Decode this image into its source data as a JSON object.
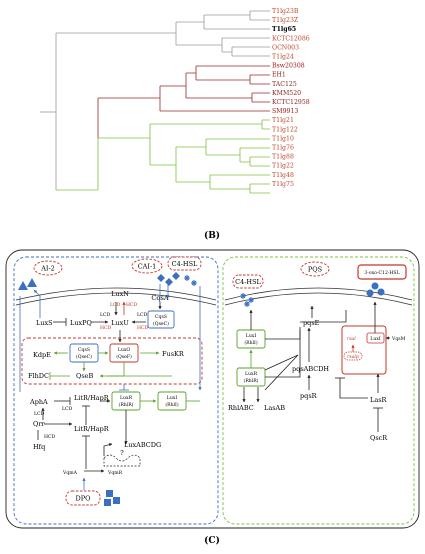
{
  "panels": {
    "b": "(B)",
    "c": "(C)"
  },
  "tree": {
    "leaves": [
      {
        "label": "T1lg23B",
        "color": "#c0492f",
        "bold": false
      },
      {
        "label": "T1lg23Z",
        "color": "#c0492f",
        "bold": false
      },
      {
        "label": "T1lg65",
        "color": "#000000",
        "bold": true
      },
      {
        "label": "KCTC12086",
        "color": "#c0492f",
        "bold": false
      },
      {
        "label": "OCN003",
        "color": "#c0492f",
        "bold": false
      },
      {
        "label": "T1lg24",
        "color": "#c0492f",
        "bold": false
      },
      {
        "label": "Bsw20308",
        "color": "#a01818",
        "bold": false
      },
      {
        "label": "EH1",
        "color": "#8a1f1f",
        "bold": false
      },
      {
        "label": "TAC125",
        "color": "#8a1f1f",
        "bold": false
      },
      {
        "label": "KMM520",
        "color": "#8a1f1f",
        "bold": false
      },
      {
        "label": "KCTC12958",
        "color": "#8a1f1f",
        "bold": false
      },
      {
        "label": "SM9913",
        "color": "#a01818",
        "bold": false
      },
      {
        "label": "T1lg21",
        "color": "#c0492f",
        "bold": false
      },
      {
        "label": "T1lg122",
        "color": "#c0492f",
        "bold": false
      },
      {
        "label": "T1lg10",
        "color": "#c0492f",
        "bold": false
      },
      {
        "label": "T1lg76",
        "color": "#c0492f",
        "bold": false
      },
      {
        "label": "T1lg88",
        "color": "#c0492f",
        "bold": false
      },
      {
        "label": "T1lg22",
        "color": "#c0492f",
        "bold": false
      },
      {
        "label": "T1lg48",
        "color": "#c0492f",
        "bold": false
      },
      {
        "label": "T1lg75",
        "color": "#c0492f",
        "bold": false
      }
    ]
  },
  "colors": {
    "vibrio": "#3a6fc4",
    "pseudomonas": "#7dc13c",
    "red": "#c0392b",
    "signal": "#3a6fc4",
    "tree_gray": "#9a9a9a",
    "tree_green": "#7dc13c",
    "tree_red": "#9b2a2a"
  },
  "vibrio": {
    "signals": {
      "ai2": "AI-2",
      "cai1": "CAI-1",
      "c4": "C4-HSL",
      "dpo": "DPO"
    },
    "genes": {
      "luxS": "LuxS",
      "luxPQ": "LuxPQ",
      "luxN": "LuxN",
      "luxU": "LuxU",
      "cqsA": "CqsA",
      "cqsS_a": "CqsS",
      "cqsS_a2": "(QseC)",
      "kdpE": "KdpE",
      "cqsS_b": "CqsS",
      "cqsS_b2": "(QseC)",
      "luxO": "LuxO",
      "luxO2": "(QseF)",
      "fusKR": "FusKR",
      "flhDC": "FlhDC",
      "qseB": "QseB",
      "aphA": "AphA",
      "qrr": "Qrr",
      "hfq": "Hfq",
      "litR1": "LitR/HapR",
      "litR2": "LitR/HapR",
      "luxR": "LuxR",
      "luxR2": "(RhlR)",
      "luxI": "LuxI",
      "luxI2": "(RhlI)",
      "luxABCDG": "LuxABCDG",
      "vqmA": "VqmA",
      "vqmR": "VqmR",
      "lcd": "LCD",
      "hcd": "HCD",
      "q": "?"
    }
  },
  "pseudomonas": {
    "signals": {
      "c4": "C4-HSL",
      "pqs": "PQS",
      "oxo": "3-oxo-C12-HSL"
    },
    "genes": {
      "luxI_a": "LuxI",
      "luxI_a2": "(RhlI)",
      "luxR_a": "LuxR",
      "luxR_a2": "(RhlR)",
      "pqsE": "pqsE",
      "pqsABCDH": "pqsABCDH",
      "pqsR": "pqsR",
      "rhlABC": "RhlABC",
      "lasAB": "LasAB",
      "rsal": "rsal",
      "rsalp": "rsalp",
      "luxI_b": "LuxI",
      "vqsM": "VqsM",
      "lasR": "LasR",
      "qscR": "QscR"
    }
  }
}
